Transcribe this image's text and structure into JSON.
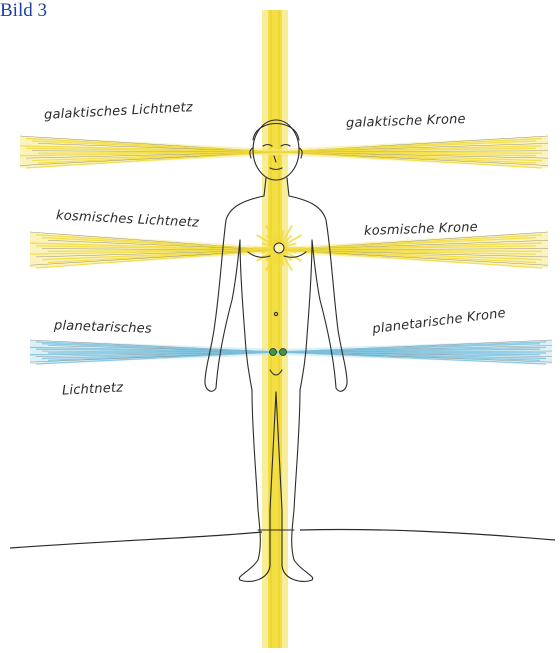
{
  "caption": "Bild 3",
  "labels": {
    "left_top": "galaktisches Lichtnetz",
    "right_top": "galaktische Krone",
    "left_mid": "kosmisches Lichtnetz",
    "right_mid": "kosmische Krone",
    "left_low_1": "planetarisches",
    "left_low_2": "Lichtnetz",
    "right_low": "planetarische Krone"
  },
  "colors": {
    "caption": "#1f3fa8",
    "yellow": "#f2dc3a",
    "yellow_light": "#f7ea86",
    "blue": "#7fc4e0",
    "line": "#2b2b2b",
    "green": "#3a9b3a"
  }
}
